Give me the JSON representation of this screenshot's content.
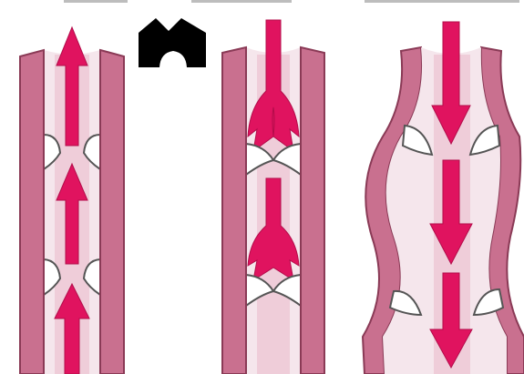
{
  "diagram": {
    "panels": [
      {
        "id": "normal-vein",
        "flow": "up",
        "valve_state": "open"
      },
      {
        "id": "valve-closing",
        "flow": "down",
        "valve_state": "closed"
      },
      {
        "id": "varicose-vein",
        "flow": "down",
        "valve_state": "incompetent"
      }
    ]
  },
  "colors": {
    "vein_wall": "#c9708f",
    "wall_edge": "#8a3a56",
    "lumen": "#f5e6ec",
    "arrow": "#e0135f",
    "valve_fill": "#ffffff",
    "valve_edge": "#555555",
    "marker": "#000000"
  },
  "icons": [
    "crown-icon"
  ]
}
